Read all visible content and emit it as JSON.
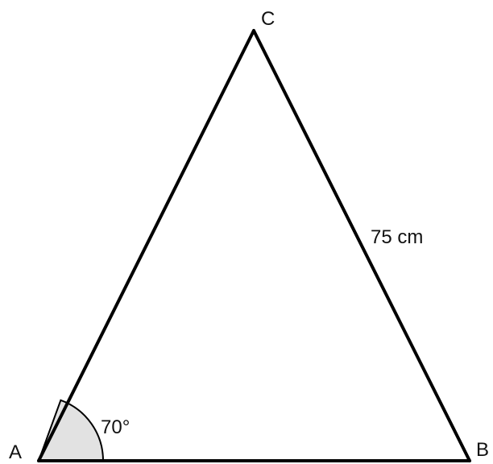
{
  "diagram": {
    "vertices": {
      "a": "A",
      "b": "B",
      "c": "C"
    },
    "angle_a_label": "70°",
    "side_bc_label": "75 cm",
    "colors": {
      "stroke": "#000000",
      "angle_fill": "#e2e2e2",
      "text": "#111111"
    }
  }
}
